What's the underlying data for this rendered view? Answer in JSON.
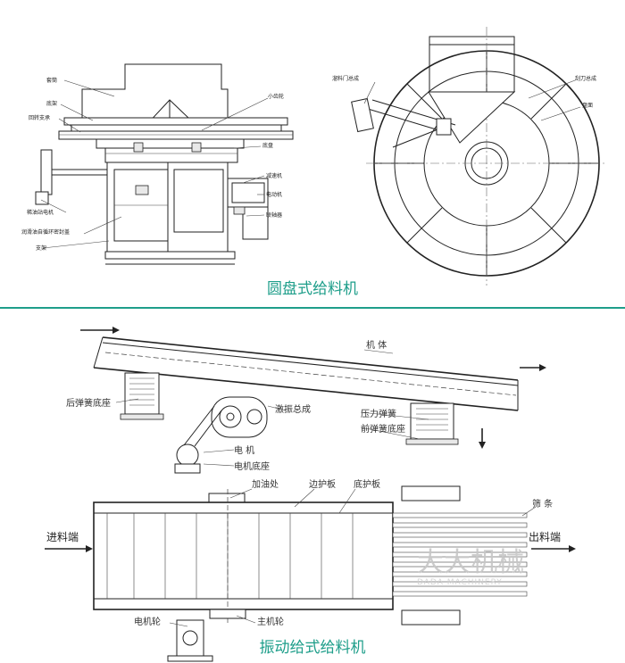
{
  "top": {
    "caption": "圆盘式给料机",
    "left_labels": {
      "hopper": "套筒",
      "base_frame": "底架",
      "rotary_support": "回转支承",
      "gear_oil_motor": "稀油站电机",
      "lube_ring_cover": "润滑油自循环密封盖",
      "support": "支架",
      "pinion": "小齿轮",
      "disc": "底盘",
      "reducer": "减速机",
      "motor": "电动机",
      "coupling": "联轴器"
    },
    "right_labels": {
      "gate_assembly": "溜料门总成",
      "scraper_assembly": "刮刀总成",
      "tray": "盘面"
    }
  },
  "bottom": {
    "caption": "振动给式给料机",
    "labels": {
      "body": "机 体",
      "rear_spring_base": "后弹簧底座",
      "exciter_assembly": "激振总成",
      "pressure_spring": "压力弹簧",
      "front_spring_base": "前弹簧底座",
      "motor": "电 机",
      "motor_base": "电机底座",
      "oil_point": "加油处",
      "side_guard": "边护板",
      "bottom_guard": "底护板",
      "grate_bar": "筛 条",
      "inlet": "进料端",
      "outlet": "出料端",
      "motor_wheel": "电机轮",
      "main_wheel": "主机轮"
    }
  },
  "watermark": {
    "text": "大大机械",
    "sub": "DADA MACHINERY"
  },
  "colors": {
    "caption": "#1e9e8a",
    "divider": "#1e9e8a",
    "line": "#222222"
  }
}
